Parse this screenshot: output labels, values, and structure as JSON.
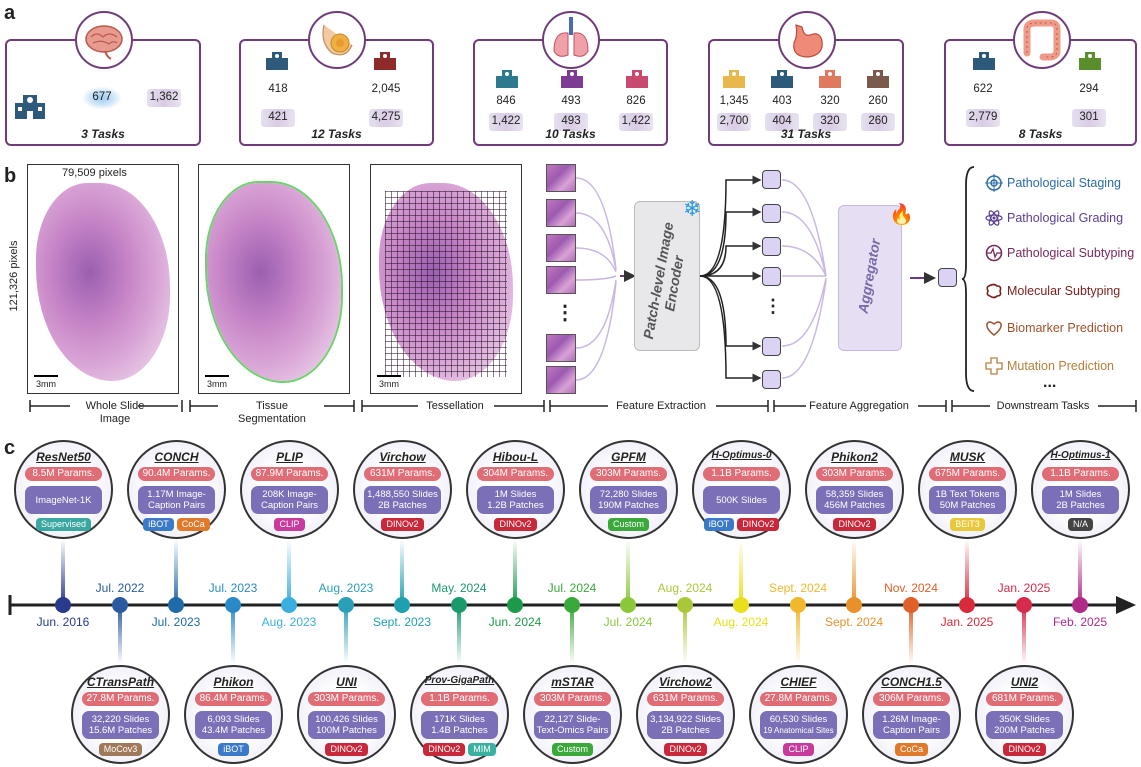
{
  "panel_labels": {
    "a": "a",
    "b": "b",
    "c": "c"
  },
  "panel_a": {
    "organs": [
      {
        "name": "brain-icon",
        "tasks": "3 Tasks",
        "stats": [
          "677",
          "1,362"
        ]
      },
      {
        "name": "breast-icon",
        "tasks": "12 Tasks",
        "stats": [
          "418",
          "2,045",
          "421",
          "4,275"
        ]
      },
      {
        "name": "lung-icon",
        "tasks": "10 Tasks",
        "stats": [
          "846",
          "493",
          "826",
          "1,422",
          "493",
          "1,422"
        ]
      },
      {
        "name": "stomach-icon",
        "tasks": "31 Tasks",
        "stats": [
          "1,345",
          "403",
          "320",
          "260",
          "2,700",
          "404",
          "320",
          "260"
        ]
      },
      {
        "name": "colon-icon",
        "tasks": "8 Tasks",
        "stats": [
          "622",
          "294",
          "2,779",
          "301"
        ]
      }
    ],
    "hospital_colors": [
      "#2d5a7b",
      "#8e2a2a",
      "#2d7a8e",
      "#7d3b93",
      "#c94a6e",
      "#e8b84a",
      "#2d5a7b",
      "#e07a5f",
      "#7a5a4a",
      "#5a8e2d"
    ]
  },
  "panel_b": {
    "wsi_width": "79,509 pixels",
    "wsi_height": "121,326 pixels",
    "scale": "3mm",
    "stages": [
      "Whole Slide\nImage",
      "Tissue\nSegmentation",
      "Tessellation",
      "Feature Extraction",
      "Feature Aggregation",
      "Downstream Tasks"
    ],
    "encoder_label": "Patch-level Image Encoder",
    "aggregator_label": "Aggregator",
    "dots": "⋮",
    "tasks": [
      {
        "label": "Pathological Staging",
        "color": "#2b6ca8",
        "icon": "target-icon"
      },
      {
        "label": "Pathological Grading",
        "color": "#5a3f8e",
        "icon": "atom-icon"
      },
      {
        "label": "Pathological Subtyping",
        "color": "#7a2a5a",
        "icon": "pulse-icon"
      },
      {
        "label": "Molecular Subtyping",
        "color": "#7a1f1f",
        "icon": "blob-icon"
      },
      {
        "label": "Biomarker Prediction",
        "color": "#a0522d",
        "icon": "heart-icon"
      },
      {
        "label": "Mutation Prediction",
        "color": "#b5803a",
        "icon": "cross-icon"
      }
    ],
    "tasks_more": "..."
  },
  "panel_c": {
    "top_models": [
      {
        "name": "ResNet50",
        "params": "8.5M Params.",
        "data": [
          "ImageNet-1K"
        ],
        "tags": [
          {
            "t": "Supervised",
            "c": "#3aa8a0"
          }
        ],
        "date": "Jun. 2016",
        "color": "#2a3a8c"
      },
      {
        "name": "CONCH",
        "params": "90.4M Params.",
        "data": [
          "1.17M Image-",
          "Caption Pairs"
        ],
        "tags": [
          {
            "t": "iBOT",
            "c": "#3a7ac8"
          },
          {
            "t": "CoCa",
            "c": "#e07a2a"
          }
        ],
        "date": "Jul. 2023",
        "color": "#1f6aa8"
      },
      {
        "name": "PLIP",
        "params": "87.9M Params.",
        "data": [
          "208K Image-",
          "Caption Pairs"
        ],
        "tags": [
          {
            "t": "CLIP",
            "c": "#c83a9c"
          }
        ],
        "date": "Aug. 2023",
        "color": "#3aaee0"
      },
      {
        "name": "Virchow",
        "params": "631M Params.",
        "data": [
          "1,488,550 Slides",
          "2B Patches"
        ],
        "tags": [
          {
            "t": "DINOv2",
            "c": "#c8283a"
          }
        ],
        "date": "Sept. 2023",
        "color": "#1fa0b0"
      },
      {
        "name": "Hibou-L",
        "params": "304M Params.",
        "data": [
          "1M Slides",
          "1.2B Patches"
        ],
        "tags": [
          {
            "t": "DINOv2",
            "c": "#c8283a"
          }
        ],
        "date": "Jun. 2024",
        "color": "#1a9a4a"
      },
      {
        "name": "GPFM",
        "params": "303M Params.",
        "data": [
          "72,280 Slides",
          "190M Patches"
        ],
        "tags": [
          {
            "t": "Custom",
            "c": "#3aa83a"
          }
        ],
        "date": "Jul. 2024",
        "color": "#8ac83a"
      },
      {
        "name": "H-Optimus-0",
        "params": "1.1B Params.",
        "data": [
          "500K Slides"
        ],
        "tags": [
          {
            "t": "iBOT",
            "c": "#3a7ac8"
          },
          {
            "t": "DINOv2",
            "c": "#c8283a"
          }
        ],
        "date": "Aug. 2024",
        "color": "#e8e01a"
      },
      {
        "name": "Phikon2",
        "params": "303M Params.",
        "data": [
          "58,359 Slides",
          "456M Patches"
        ],
        "tags": [
          {
            "t": "DINOv2",
            "c": "#c8283a"
          }
        ],
        "date": "Sept. 2024",
        "color": "#e8902a"
      },
      {
        "name": "MUSK",
        "params": "675M Params.",
        "data": [
          "1B Text Tokens",
          "50M Patches"
        ],
        "tags": [
          {
            "t": "BEiT3",
            "c": "#e8c83a"
          }
        ],
        "date": "Jan. 2025",
        "color": "#d82a3a"
      },
      {
        "name": "H-Optimus-1",
        "params": "1.1B Params.",
        "data": [
          "1M Slides",
          "2B Patches"
        ],
        "tags": [
          {
            "t": "N/A",
            "c": "#444444"
          }
        ],
        "date": "Feb. 2025",
        "color": "#b02a8a"
      }
    ],
    "bottom_models": [
      {
        "name": "CTransPath",
        "params": "27.8M Params.",
        "data": [
          "32,220 Slides",
          "15.6M Patches"
        ],
        "tags": [
          {
            "t": "MoCov3",
            "c": "#a0785a"
          }
        ],
        "date": "Jul. 2022",
        "color": "#2a5aa0"
      },
      {
        "name": "Phikon",
        "params": "86.4M Params.",
        "data": [
          "6,093 Slides",
          "43.4M Patches"
        ],
        "tags": [
          {
            "t": "iBOT",
            "c": "#3a7ac8"
          }
        ],
        "date": "Jul. 2023",
        "color": "#2a8ac8"
      },
      {
        "name": "UNI",
        "params": "303M Params.",
        "data": [
          "100,426 Slides",
          "100M Patches"
        ],
        "tags": [
          {
            "t": "DINOv2",
            "c": "#c8283a"
          }
        ],
        "date": "Aug. 2023",
        "color": "#2aa0b8"
      },
      {
        "name": "Prov-GigaPath",
        "params": "1.1B Params.",
        "data": [
          "171K Slides",
          "1.4B Patches"
        ],
        "tags": [
          {
            "t": "DINOv2",
            "c": "#c8283a"
          },
          {
            "t": "MIM",
            "c": "#3ab0a0"
          }
        ],
        "date": "May. 2024",
        "color": "#1a9a6a"
      },
      {
        "name": "mSTAR",
        "params": "303M Params.",
        "data": [
          "22,127 Slide-",
          "Text-Omics Pairs"
        ],
        "tags": [
          {
            "t": "Custom",
            "c": "#3aa83a"
          }
        ],
        "date": "Jul. 2024",
        "color": "#3aa83a"
      },
      {
        "name": "Virchow2",
        "params": "631M Params.",
        "data": [
          "3,134,922 Slides",
          "2B Patches"
        ],
        "tags": [
          {
            "t": "DINOv2",
            "c": "#c8283a"
          }
        ],
        "date": "Aug. 2024",
        "color": "#a8c83a"
      },
      {
        "name": "CHIEF",
        "params": "27.8M Params.",
        "data": [
          "60,530 Slides",
          "19 Anatomical Sites"
        ],
        "tags": [
          {
            "t": "CLIP",
            "c": "#c83a9c"
          }
        ],
        "date": "Sept. 2024",
        "color": "#f0b82a"
      },
      {
        "name": "CONCH1.5",
        "params": "306M Params.",
        "data": [
          "1.26M Image-",
          "Caption Pairs"
        ],
        "tags": [
          {
            "t": "CoCa",
            "c": "#e07a2a"
          }
        ],
        "date": "Nov. 2024",
        "color": "#e0602a"
      },
      {
        "name": "UNI2",
        "params": "681M Params.",
        "data": [
          "350K Slides",
          "200M Patches"
        ],
        "tags": [
          {
            "t": "DINOv2",
            "c": "#c8283a"
          }
        ],
        "date": "Jan. 2025",
        "color": "#d82a4a"
      }
    ]
  }
}
